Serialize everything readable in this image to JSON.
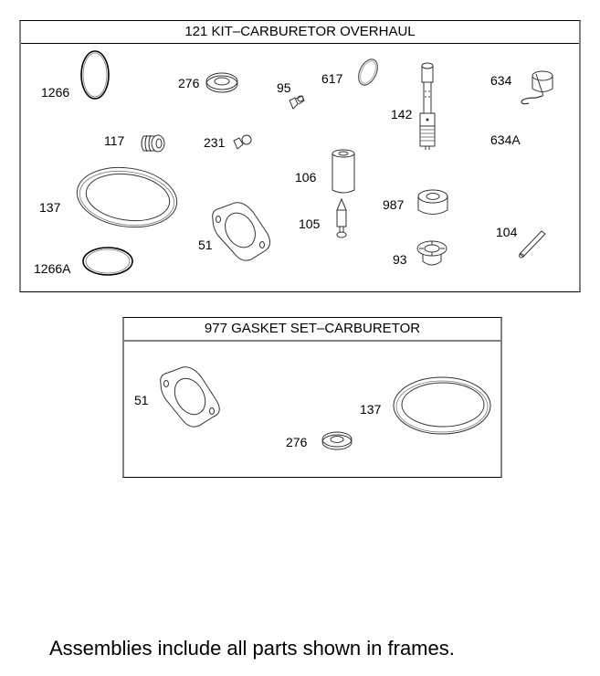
{
  "kit": {
    "title": "121 KIT–CARBURETOR OVERHAUL",
    "parts": [
      {
        "ref": "1266",
        "shape": "o-ring-tall"
      },
      {
        "ref": "276",
        "shape": "washer"
      },
      {
        "ref": "95",
        "shape": "screw"
      },
      {
        "ref": "617",
        "shape": "o-ring-small"
      },
      {
        "ref": "142",
        "shape": "jet-tube"
      },
      {
        "ref": "634",
        "shape": "spring-clip"
      },
      {
        "ref": "117",
        "shape": "fitting"
      },
      {
        "ref": "231",
        "shape": "screw"
      },
      {
        "ref": "634A",
        "shape": "spring-clip"
      },
      {
        "ref": "137",
        "shape": "bowl-gasket"
      },
      {
        "ref": "106",
        "shape": "float-cylinder"
      },
      {
        "ref": "987",
        "shape": "seal-ring"
      },
      {
        "ref": "51",
        "shape": "flange-gasket"
      },
      {
        "ref": "105",
        "shape": "needle-valve"
      },
      {
        "ref": "104",
        "shape": "pin"
      },
      {
        "ref": "1266A",
        "shape": "o-ring"
      },
      {
        "ref": "93",
        "shape": "seat"
      }
    ]
  },
  "gasket_set": {
    "title": "977 GASKET SET–CARBURETOR",
    "parts": [
      {
        "ref": "51",
        "shape": "flange-gasket"
      },
      {
        "ref": "137",
        "shape": "bowl-gasket"
      },
      {
        "ref": "276",
        "shape": "washer"
      }
    ]
  },
  "footnote": "Assemblies include all parts shown in frames."
}
